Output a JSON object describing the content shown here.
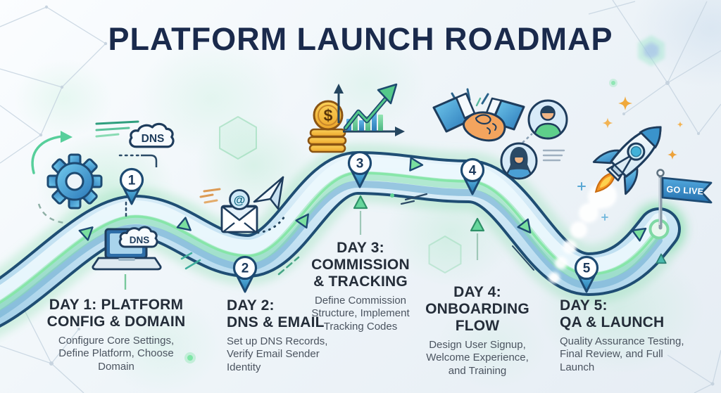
{
  "title": "PLATFORM LAUNCH ROADMAP",
  "milestones": [
    {
      "marker": "1",
      "heading": "DAY 1: PLATFORM\nCONFIG & DOMAIN",
      "description": "Configure Core Settings,\nDefine Platform, Choose\nDomain"
    },
    {
      "marker": "2",
      "heading": "DAY 2:\nDNS & EMAIL",
      "description": "Set up DNS Records,\nVerify Email Sender\nIdentity"
    },
    {
      "marker": "3",
      "heading": "DAY 3:\nCOMMISSION\n& TRACKING",
      "description": "Define Commission\nStructure, Implement\nTracking Codes"
    },
    {
      "marker": "4",
      "heading": "DAY 4:\nONBOARDING\nFLOW",
      "description": "Design User Signup,\nWelcome Experience,\nand Training"
    },
    {
      "marker": "5",
      "heading": "DAY 5:\nQA & LAUNCH",
      "description": "Quality Assurance Testing,\nFinal Review, and Full\nLaunch"
    }
  ],
  "icon_labels": {
    "dns_cloud": "DNS",
    "dns_laptop": "DNS",
    "email_at": "@",
    "coin_dollar": "$",
    "go_live_flag": "GO LIVE"
  },
  "colors": {
    "title": "#1a2a4c",
    "heading": "#242d39",
    "description": "#4b5460",
    "road_outline": "#1f4e74",
    "road_fill": "#c8e4f4",
    "road_stripe": "#7fe0a5",
    "accent_green": "#5ad398",
    "accent_blue": "#2f86c6",
    "gold": "#f2b13c",
    "flag_blue": "#2e7cba"
  }
}
